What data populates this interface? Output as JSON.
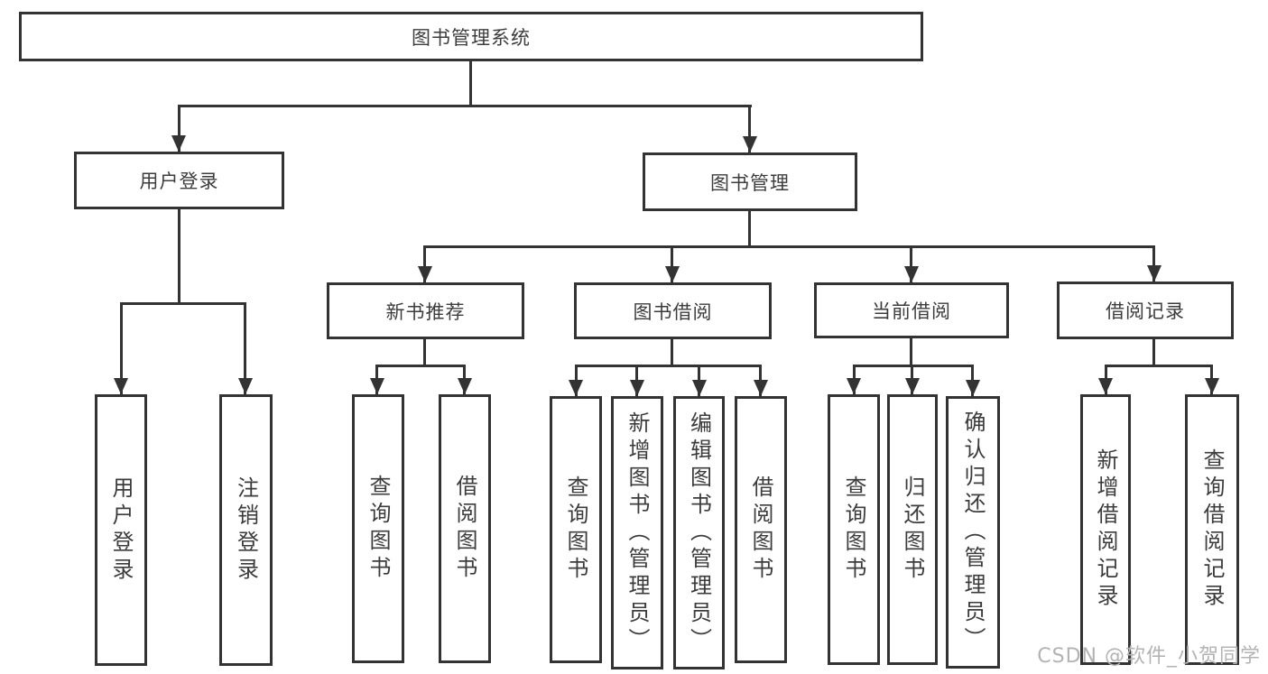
{
  "tree": {
    "root": {
      "label": "图书管理系统"
    },
    "branches": [
      {
        "label": "用户登录",
        "leaves": [
          {
            "label": "用户登录"
          },
          {
            "label": "注销登录"
          }
        ]
      },
      {
        "label": "图书管理",
        "children": [
          {
            "label": "新书推荐",
            "leaves": [
              {
                "label": "查询图书"
              },
              {
                "label": "借阅图书"
              }
            ]
          },
          {
            "label": "图书借阅",
            "leaves": [
              {
                "label": "查询图书"
              },
              {
                "label": "新增图书（管理员）"
              },
              {
                "label": "编辑图书（管理员）"
              },
              {
                "label": "借阅图书"
              }
            ]
          },
          {
            "label": "当前借阅",
            "leaves": [
              {
                "label": "查询图书"
              },
              {
                "label": "归还图书"
              },
              {
                "label": "确认归还（管理员）"
              }
            ]
          },
          {
            "label": "借阅记录",
            "leaves": [
              {
                "label": "新增借阅记录"
              },
              {
                "label": "查询借阅记录"
              }
            ]
          }
        ]
      }
    ]
  },
  "watermark": {
    "text": "CSDN @软件_小贺同学"
  },
  "colors": {
    "line": "#333333",
    "text": "#3c3c3c",
    "watermark": "#b3b3b3",
    "background": "#ffffff"
  }
}
